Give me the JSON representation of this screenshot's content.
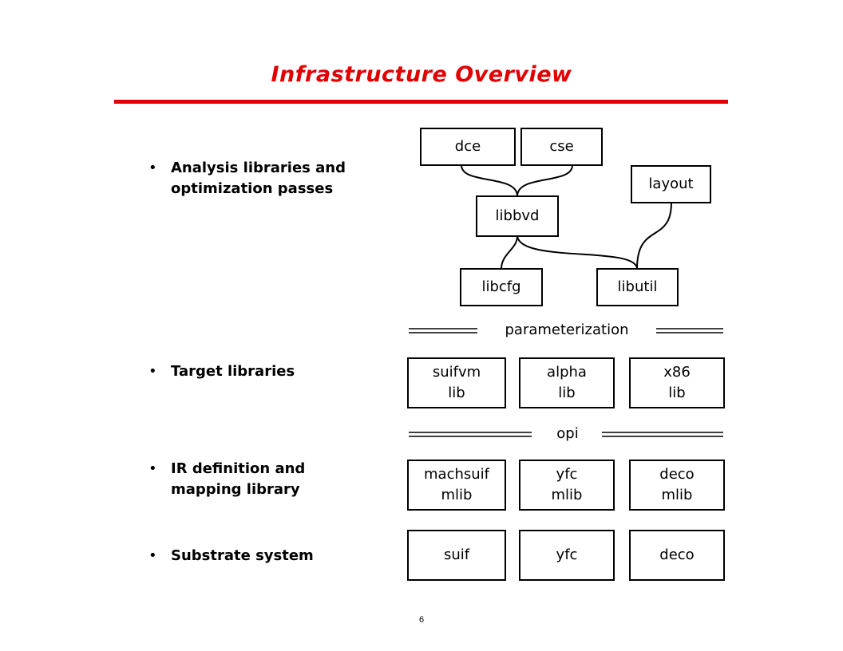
{
  "title": "Infrastructure Overview",
  "colors": {
    "title": "#e00000",
    "rule": "#e00000",
    "line": "#000000"
  },
  "bullets": [
    {
      "marker": "•",
      "text": "Analysis libraries and\noptimization passes"
    },
    {
      "marker": "•",
      "text": "Target libraries"
    },
    {
      "marker": "•",
      "text": "IR definition and\nmapping library"
    },
    {
      "marker": "•",
      "text": "Substrate system"
    }
  ],
  "analysis": {
    "dce": "dce",
    "cse": "cse",
    "layout": "layout",
    "libbvd": "libbvd",
    "libcfg": "libcfg",
    "libutil": "libutil"
  },
  "separators": {
    "parameterization": "parameterization",
    "opi": "opi"
  },
  "target_libs": [
    "suifvm\nlib",
    "alpha\nlib",
    "x86\nlib"
  ],
  "ir_libs": [
    "machsuif\nmlib",
    "yfc\nmlib",
    "deco\nmlib"
  ],
  "substrates": [
    "suif",
    "yfc",
    "deco"
  ],
  "page_number": "6"
}
